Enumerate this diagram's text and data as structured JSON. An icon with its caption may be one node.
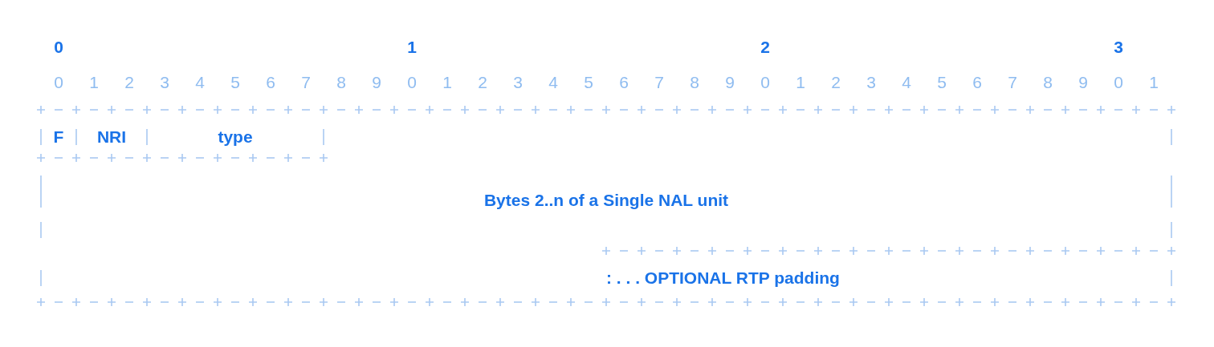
{
  "diagram": {
    "nodes": [
      {
        "text": [
          "F"
        ]
      },
      {
        "text": [
          "NRI"
        ]
      },
      {
        "text": [
          "type"
        ]
      },
      {
        "text": [
          "Bytes 2..n of a Single NAL unit"
        ]
      },
      {
        "text": [
          ": . . . OPTIONAL RTP padding"
        ]
      }
    ],
    "labels": [
      "0",
      "1",
      "2",
      "3",
      "0",
      "1",
      "2",
      "3",
      "4",
      "5",
      "6",
      "7",
      "8",
      "9",
      "0",
      "1",
      "2",
      "3",
      "4",
      "5",
      "6",
      "7",
      "8",
      "9",
      "0",
      "1",
      "2",
      "3",
      "4",
      "5",
      "6",
      "7",
      "8",
      "9",
      "0",
      "1"
    ]
  }
}
